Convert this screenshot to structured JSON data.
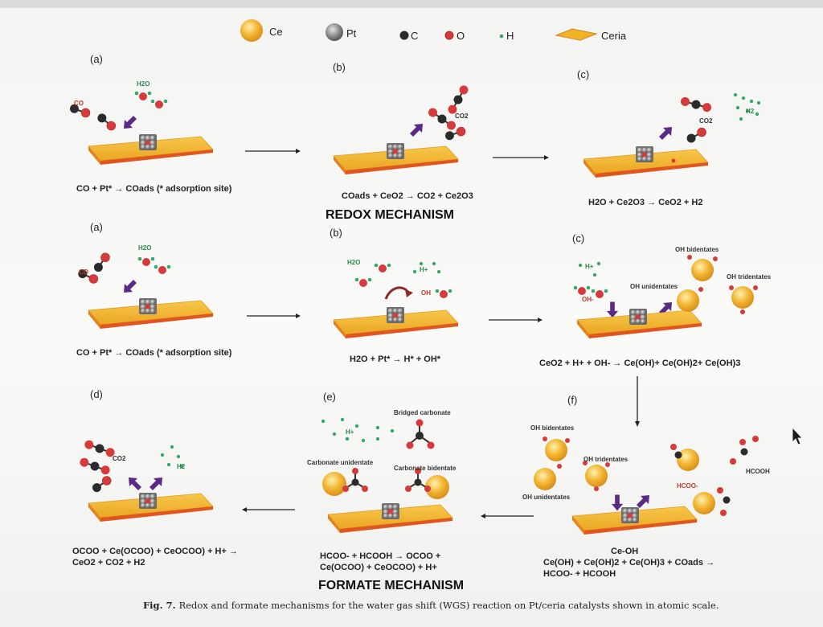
{
  "legend": {
    "ce": "Ce",
    "pt": "Pt",
    "c": "C",
    "o": "O",
    "h": "H",
    "ceria": "Ceria"
  },
  "redox": {
    "panel_a_label": "(a)",
    "panel_b_label": "(b)",
    "panel_c_label": "(c)",
    "a_mol_h2o": "H2O",
    "a_mol_co": "CO",
    "b_mol_co2": "CO2",
    "c_mol_co2": "CO2",
    "c_mol_h2": "H2",
    "eq_a": "CO + Pt* → COads (* adsorption site)",
    "eq_b": "COads + CeO2 → CO2 + Ce2O3",
    "eq_c": "H2O + Ce2O3 → CeO2 + H2",
    "title": "REDOX MECHANISM"
  },
  "formate": {
    "panel_a_label": "(a)",
    "panel_b_label": "(b)",
    "panel_c_label": "(c)",
    "panel_d_label": "(d)",
    "panel_e_label": "(e)",
    "panel_f_label": "(f)",
    "a_mol_h2o": "H2O",
    "a_mol_co": "CO",
    "b_mol_h2o": "H2O",
    "b_mol_h": "H+",
    "b_mol_oh": "OH",
    "c_mol_h": "H+",
    "c_mol_oh": "OH-",
    "c_oh_bidentates": "OH bidentates",
    "c_oh_unidentates": "OH unidentates",
    "c_oh_tridentates": "OH tridentates",
    "eq_a": "CO + Pt* → COads (* adsorption site)",
    "eq_b": "H2O + Pt* → H* + OH*",
    "eq_c": "CeO2 + H+ + OH- → Ce(OH)+ Ce(OH)2+ Ce(OH)3",
    "d_mol_co2": "CO2",
    "d_mol_h2": "H2",
    "eq_d_line1": "OCOO + Ce(OCOO) + CeOCOO) + H+ →",
    "eq_d_line2": "CeO2 + CO2 + H2",
    "e_h": "H+",
    "e_bridged": "Bridged carbonate",
    "e_unidentate": "Carbonate unidentate",
    "e_bidentate": "Carbonate bidentate",
    "eq_e_line1": "HCOO- + HCOOH → OCOO +",
    "eq_e_line2": "Ce(OCOO) + CeOCOO) + H+",
    "f_oh_bidentates": "OH bidentates",
    "f_oh_tridentates": "OH tridentates",
    "f_oh_unidentates": "OH unidentates",
    "f_hcooh": "HCOOH",
    "f_hcoo": "HCOO-",
    "eq_f_line1": "Ce-OH",
    "eq_f_line2": "Ce(OH) + Ce(OH)2 + Ce(OH)3 + COads →",
    "eq_f_line3": "HCOO- + HCOOH",
    "title": "FORMATE MECHANISM"
  },
  "caption": {
    "label": "Fig. 7.",
    "text": "Redox and formate mechanisms for the water gas shift (WGS) reaction on Pt/ceria catalysts shown in atomic scale."
  },
  "colors": {
    "ceria": "#f0b429",
    "ceria_edge": "#e07a1c",
    "ce_atom": "#f2b632",
    "pt_atom": "#8a8a8a",
    "c_atom": "#2b2b2b",
    "o_atom": "#d63a3a",
    "h_atom": "#3aa86a",
    "arrow_purple": "#5b2a86"
  }
}
